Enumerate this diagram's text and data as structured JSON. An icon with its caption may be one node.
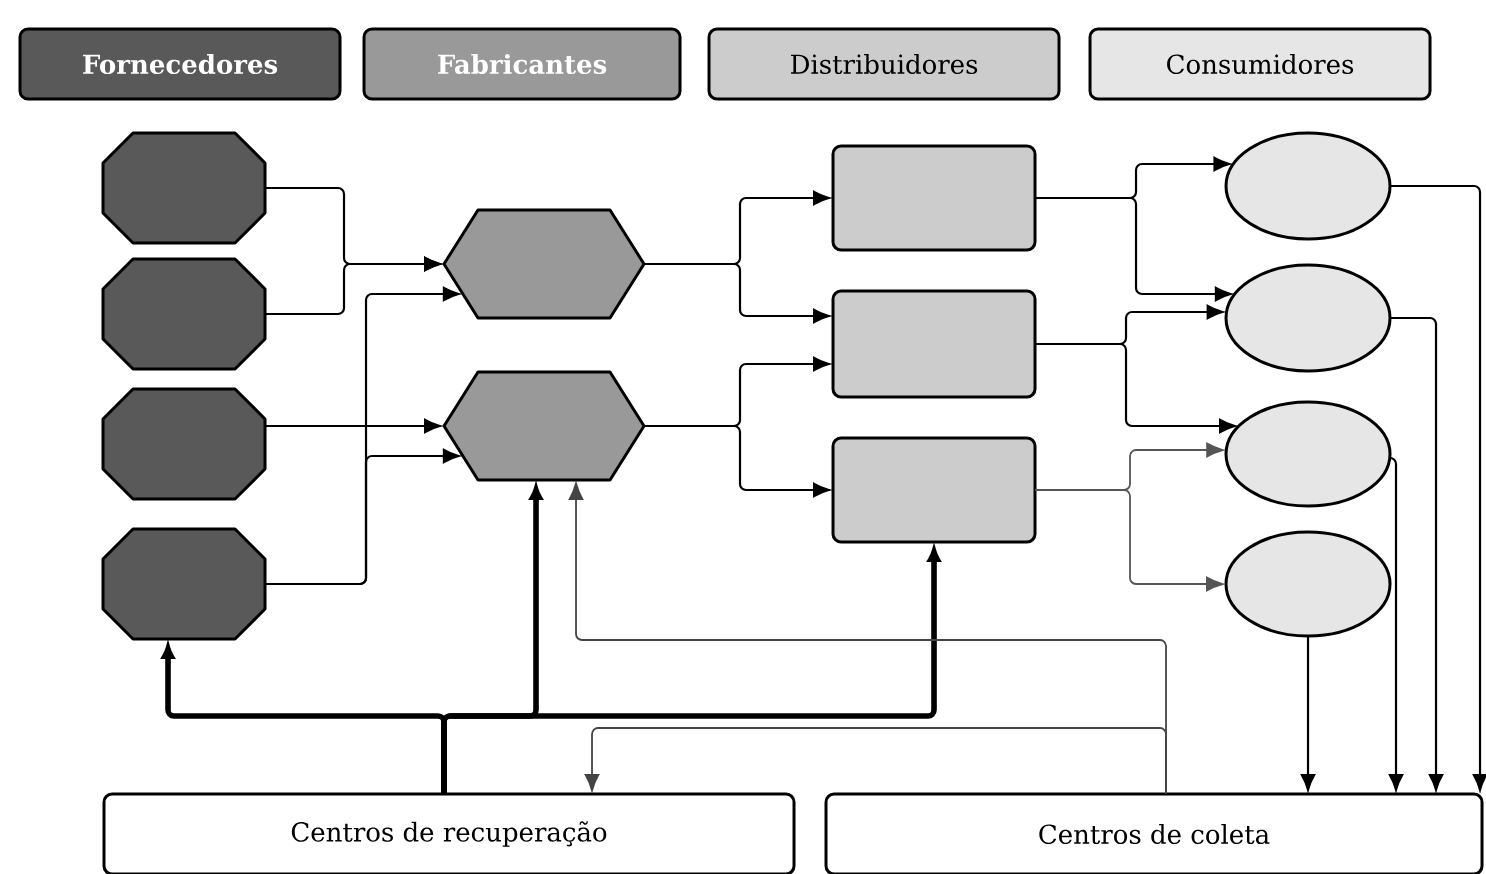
{
  "diagram": {
    "nodes": [
      {
        "text": [
          "Fornecedores"
        ]
      },
      {
        "text": [
          "Fabricantes"
        ]
      },
      {
        "text": [
          "Distribuidores"
        ]
      },
      {
        "text": [
          "Consumidores"
        ]
      },
      {
        "text": [],
        "shape": "octagon"
      },
      {
        "text": [],
        "shape": "octagon"
      },
      {
        "text": [],
        "shape": "octagon"
      },
      {
        "text": [],
        "shape": "octagon"
      },
      {
        "text": [],
        "shape": "hexagon"
      },
      {
        "text": [],
        "shape": "hexagon"
      },
      {
        "text": [],
        "shape": "box"
      },
      {
        "text": [],
        "shape": "box"
      },
      {
        "text": [],
        "shape": "box"
      },
      {
        "text": [],
        "shape": "ellipse"
      },
      {
        "text": [],
        "shape": "ellipse"
      },
      {
        "text": [],
        "shape": "ellipse"
      },
      {
        "text": [],
        "shape": "ellipse"
      },
      {
        "text": [
          "Centros de recuperação"
        ]
      },
      {
        "text": [
          "Centros de coleta"
        ]
      }
    ],
    "edges": [
      {
        "from": 4,
        "to": 8,
        "arrow": "to"
      },
      {
        "from": 5,
        "to": 8,
        "arrow": "to"
      },
      {
        "from": 6,
        "to": 9,
        "arrow": "to"
      },
      {
        "from": 7,
        "to": 8,
        "arrow": "to"
      },
      {
        "from": 7,
        "to": 9,
        "arrow": "to"
      },
      {
        "from": 8,
        "to": 10,
        "arrow": "to"
      },
      {
        "from": 8,
        "to": 11,
        "arrow": "to"
      },
      {
        "from": 9,
        "to": 11,
        "arrow": "to"
      },
      {
        "from": 9,
        "to": 12,
        "arrow": "to"
      },
      {
        "from": 10,
        "to": 13,
        "arrow": "to"
      },
      {
        "from": 10,
        "to": 14,
        "arrow": "to"
      },
      {
        "from": 11,
        "to": 14,
        "arrow": "to"
      },
      {
        "from": 11,
        "to": 15,
        "arrow": "to"
      },
      {
        "from": 12,
        "to": 15,
        "arrow": "to",
        "color": "#555555"
      },
      {
        "from": 12,
        "to": 16,
        "arrow": "to",
        "color": "#555555"
      },
      {
        "from": 13,
        "to": 18,
        "arrow": "to"
      },
      {
        "from": 14,
        "to": 18,
        "arrow": "to"
      },
      {
        "from": 15,
        "to": 18,
        "arrow": "to"
      },
      {
        "from": 16,
        "to": 18,
        "arrow": "to"
      },
      {
        "from": 17,
        "to": 7,
        "arrow": "to",
        "style": "thick"
      },
      {
        "from": 17,
        "to": 9,
        "arrow": "to",
        "style": "thick"
      },
      {
        "from": 17,
        "to": 12,
        "arrow": "to",
        "style": "thick"
      },
      {
        "from": 18,
        "to": 9,
        "arrow": "to",
        "color": "#444444"
      },
      {
        "from": 18,
        "to": 17,
        "arrow": "to",
        "color": "#444444"
      }
    ]
  }
}
